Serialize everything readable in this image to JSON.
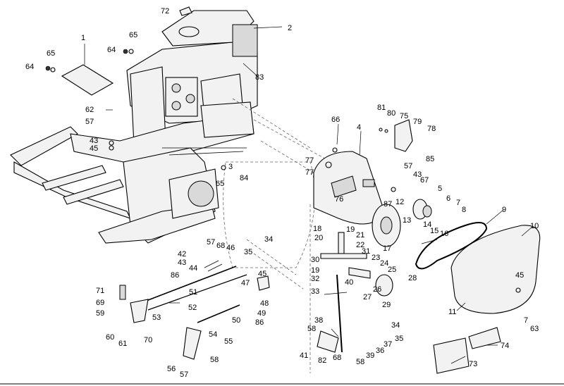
{
  "diagram": {
    "callouts": [
      "72",
      "2",
      "1",
      "65",
      "64",
      "65",
      "64",
      "83",
      "62",
      "57",
      "43",
      "45",
      "3",
      "84",
      "65",
      "66",
      "4",
      "81",
      "80",
      "75",
      "79",
      "78",
      "85",
      "77",
      "77",
      "76",
      "57",
      "43",
      "67",
      "12",
      "87",
      "5",
      "6",
      "7",
      "8",
      "9",
      "10",
      "13",
      "14",
      "15",
      "16",
      "18",
      "19",
      "20",
      "21",
      "22",
      "17",
      "31",
      "30",
      "23",
      "24",
      "25",
      "26",
      "27",
      "28",
      "29",
      "19",
      "32",
      "40",
      "33",
      "38",
      "34",
      "35",
      "34",
      "58",
      "37",
      "36",
      "41",
      "82",
      "68",
      "58",
      "39",
      "45",
      "11",
      "7",
      "63",
      "74",
      "73",
      "42",
      "43",
      "57",
      "68",
      "46",
      "35",
      "44",
      "86",
      "45",
      "51",
      "47",
      "48",
      "71",
      "69",
      "59",
      "60",
      "61",
      "70",
      "52",
      "53",
      "54",
      "55",
      "56",
      "57",
      "58",
      "49",
      "50",
      "86"
    ]
  }
}
